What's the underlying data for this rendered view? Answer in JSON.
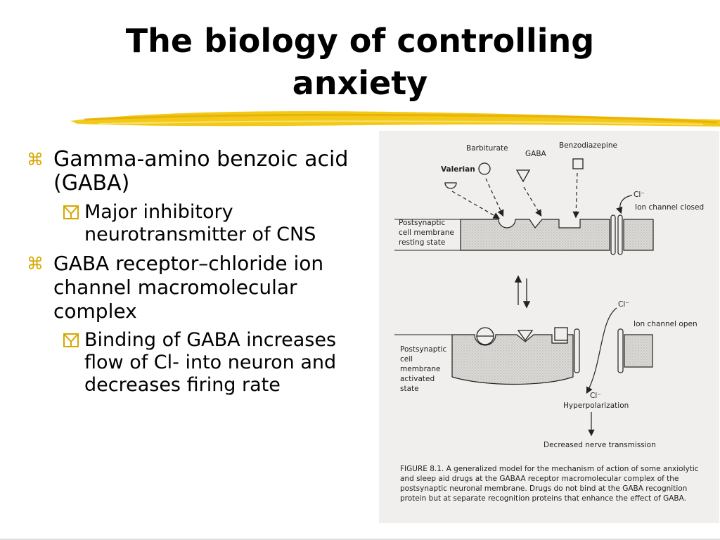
{
  "slide": {
    "title_line1": "The biology of controlling",
    "title_line2": "anxiety",
    "accent_color": "#f2c300"
  },
  "bullets": [
    {
      "text": "Gamma-amino benzoic acid (GABA)",
      "sub": [
        "Major inhibitory neurotransmitter of CNS"
      ]
    },
    {
      "text": "GABA receptor–chloride ion channel macromolecular complex",
      "sub": [
        "Binding of GABA increases flow of Cl- into neuron and decreases firing rate"
      ]
    }
  ],
  "figure": {
    "barbiturate": "Barbiturate",
    "gaba": "GABA",
    "benzodiazepine": "Benzodiazepine",
    "valerian": "Valerian",
    "cl_top": "Cl⁻",
    "channel_closed": "Ion channel closed",
    "resting_1": "Postsynaptic",
    "resting_2": "cell membrane",
    "resting_3": "resting state",
    "cl_mid": "Cl⁻",
    "channel_open": "Ion channel open",
    "activated_1": "Postsynaptic",
    "activated_2": "cell",
    "activated_3": "membrane",
    "activated_4": "activated",
    "activated_5": "state",
    "cl_bottom": "Cl⁻",
    "hyperpolarization": "Hyperpolarization",
    "decreased": "Decreased nerve transmission",
    "caption": "FIGURE 8.1. A generalized model for the mechanism of action of some anxiolytic and sleep aid drugs at the GABAA receptor macromolecular complex of the postsynaptic neuronal membrane. Drugs do not bind at the GABA recognition protein but at separate recognition proteins that enhance the effect of GABA."
  }
}
